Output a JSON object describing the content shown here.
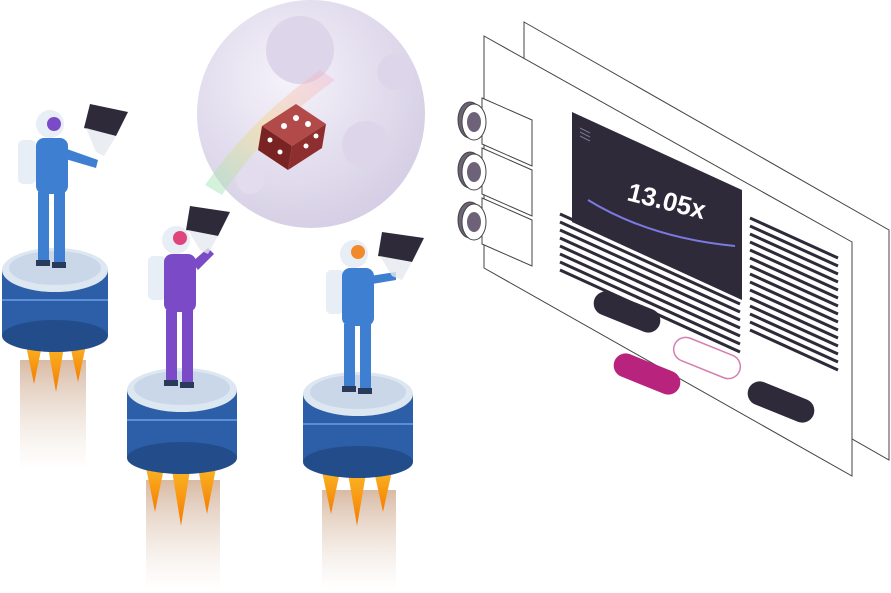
{
  "game_panel": {
    "multiplier": "13.05x"
  },
  "colors": {
    "panel_dark": "#2e2a3a",
    "accent_magenta": "#b8237e",
    "button_outline": "#d47fb0",
    "platform_top": "#dde7f2",
    "platform_body": "#2c5fa8",
    "astronaut_blue": "#3f7fd1",
    "astronaut_purple": "#7b4bc7",
    "flame": "#f59a1b",
    "moon": "#e9e4f2",
    "dice": "#8a2a2a"
  },
  "icons": [
    "astronaut",
    "tablet",
    "rocket-platform",
    "flame",
    "moon",
    "dice",
    "coin",
    "game-screen"
  ]
}
